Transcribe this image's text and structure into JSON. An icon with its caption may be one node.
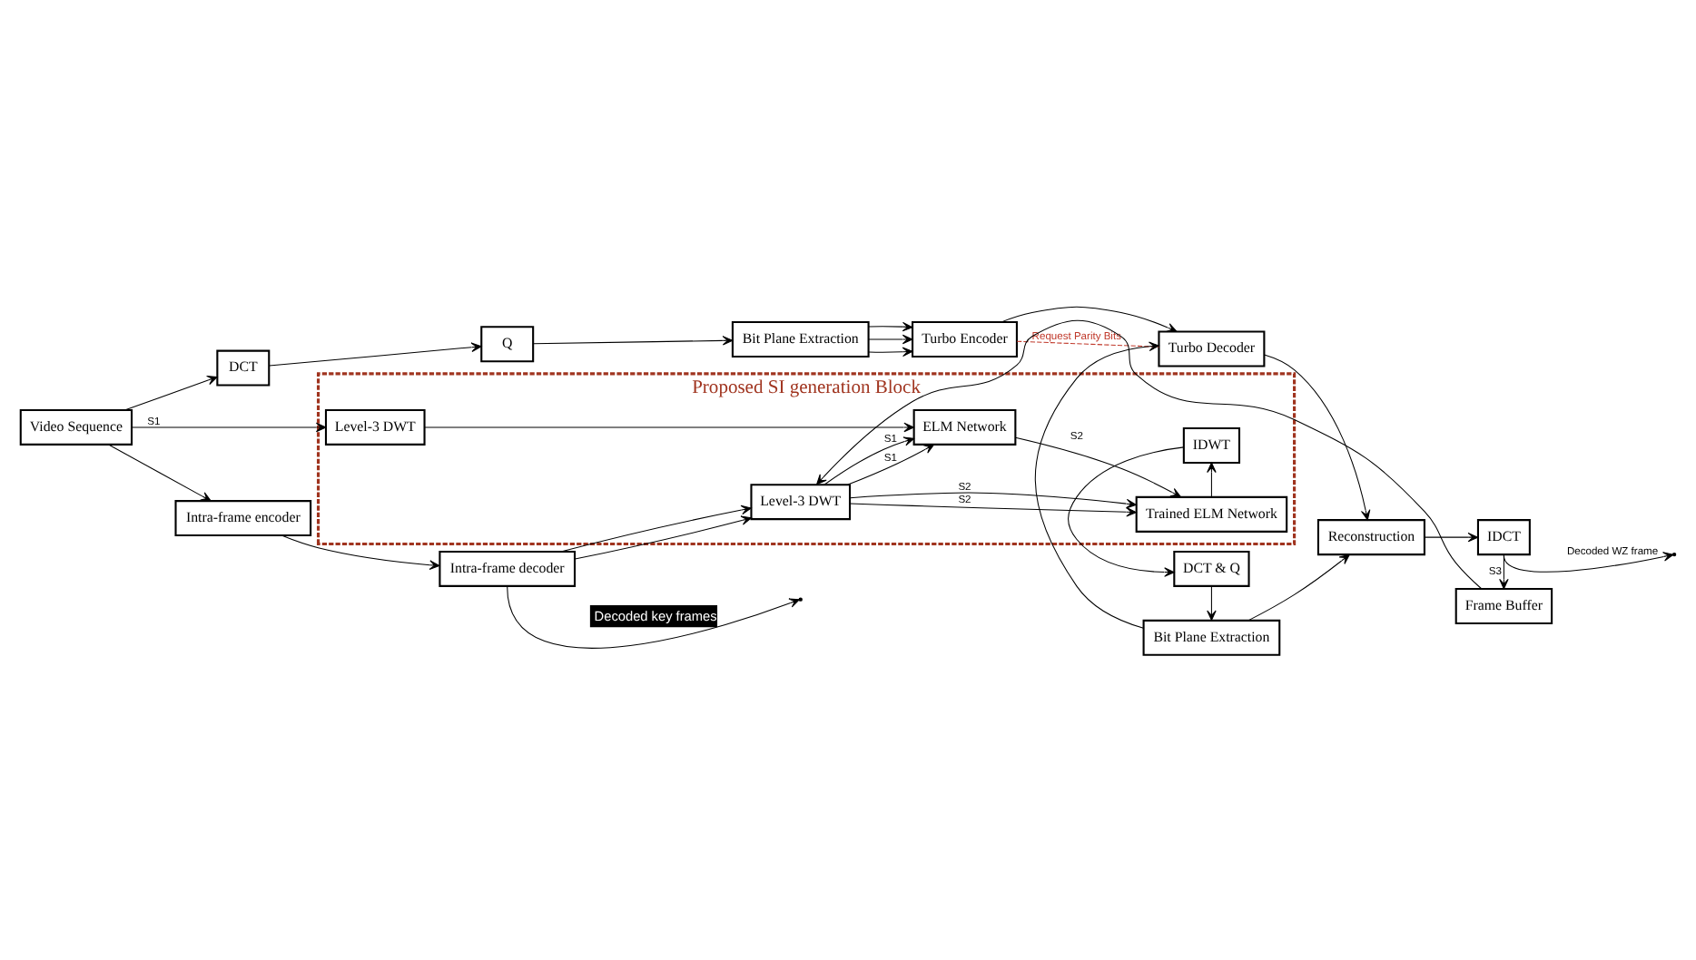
{
  "diagram": {
    "nodes": [
      {
        "text": [
          "DCT"
        ]
      },
      {
        "text": [
          "Q"
        ]
      },
      {
        "text": [
          "Bit Plane Extraction"
        ]
      },
      {
        "text": [
          "Turbo Encoder"
        ]
      },
      {
        "text": [
          "Turbo Decoder"
        ]
      },
      {
        "text": [
          "Reconstruction"
        ]
      },
      {
        "text": [
          "IDCT"
        ]
      },
      {
        "text": [
          "Bit Plane Extraction"
        ]
      },
      {
        "text": [
          "DCT & Q"
        ]
      },
      {
        "text": [
          "Proposed SI generation Block"
        ]
      },
      {
        "text": [
          "IDWT"
        ],
        "in": 9
      },
      {
        "text": [
          "Level-3 DWT"
        ],
        "in": 9
      },
      {
        "text": [
          "ELM Network"
        ],
        "in": 9
      },
      {
        "text": [
          "Trained ELM Network"
        ],
        "in": 9
      },
      {
        "text": [
          "Level-3 DWT"
        ],
        "in": 9
      },
      {
        "text": [
          "Video Sequence"
        ]
      },
      {
        "text": [
          "Frame Buffer"
        ]
      },
      {
        "text": [
          "Intra-frame encoder"
        ]
      },
      {
        "text": [
          "Intra-frame decoder"
        ]
      }
    ],
    "edges": [
      {
        "from": 15,
        "to": 0,
        "arrow": "to"
      },
      {
        "from": 0,
        "to": 1,
        "arrow": "to"
      },
      {
        "from": 1,
        "to": 2,
        "arrow": "to"
      },
      {
        "from": 2,
        "to": 3,
        "arrow": "to"
      },
      {
        "from": 2,
        "to": 3,
        "arrow": "to"
      },
      {
        "from": 2,
        "to": 3,
        "arrow": "to"
      },
      {
        "from": 3,
        "to": 4,
        "arrow": "to"
      },
      {
        "from": 3,
        "to": 4,
        "arrow": "none",
        "label": "Request Parity Bits",
        "style": "dashed",
        "color": "#c0392b"
      },
      {
        "from": 4,
        "to": 5,
        "arrow": "to"
      },
      {
        "from": 5,
        "to": 6,
        "arrow": "to"
      },
      {
        "from": 7,
        "to": 4,
        "arrow": "to"
      },
      {
        "from": 7,
        "to": 5,
        "arrow": "to"
      },
      {
        "from": 8,
        "to": 7,
        "arrow": "to"
      },
      {
        "from": 10,
        "to": 8,
        "arrow": "to"
      },
      {
        "from": 13,
        "to": 10,
        "arrow": "to"
      },
      {
        "from": 15,
        "to": 11,
        "arrow": "to",
        "label": "S1"
      },
      {
        "from": 11,
        "to": 12,
        "arrow": "to"
      },
      {
        "from": 12,
        "to": 13,
        "arrow": "to",
        "label": "S2"
      },
      {
        "from": 14,
        "to": 12,
        "arrow": "to",
        "label": "S1"
      },
      {
        "from": 14,
        "to": 12,
        "arrow": "to",
        "label": "S1"
      },
      {
        "from": 14,
        "to": 13,
        "arrow": "to",
        "label": "S2"
      },
      {
        "from": 14,
        "to": 13,
        "arrow": "to",
        "label": "S2"
      },
      {
        "from": 16,
        "to": 14,
        "arrow": "to"
      },
      {
        "from": 6,
        "to": 16,
        "arrow": "to",
        "label": "S3"
      },
      {
        "from": 6,
        "to": null,
        "arrow": "to",
        "label": "Decoded WZ frame"
      },
      {
        "from": 15,
        "to": 17,
        "arrow": "to"
      },
      {
        "from": 17,
        "to": 18,
        "arrow": "to"
      },
      {
        "from": 18,
        "to": 14,
        "arrow": "to"
      },
      {
        "from": 18,
        "to": 14,
        "arrow": "to"
      },
      {
        "from": 18,
        "to": null,
        "arrow": "to",
        "label": "Decoded key frames"
      }
    ]
  }
}
